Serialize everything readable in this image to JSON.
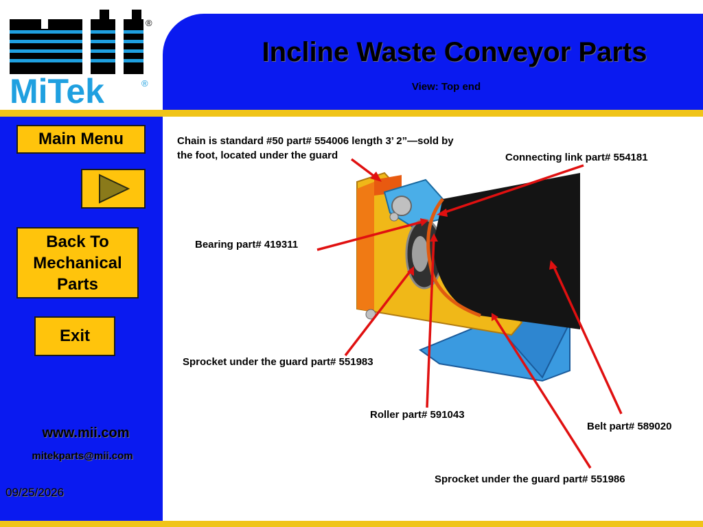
{
  "header": {
    "title": "Incline Waste Conveyor Parts",
    "subtitle": "View: Top end"
  },
  "logo": {
    "mark_text": "MII",
    "brand_text": "MiTek",
    "registered": "®"
  },
  "nav": {
    "main_menu": "Main Menu",
    "back": "Back To Mechanical Parts",
    "exit": "Exit",
    "next_icon": "play-triangle-icon"
  },
  "footer": {
    "website": "www.mii.com",
    "email": "mitekparts@mii.com",
    "date": "09/25/2026"
  },
  "parts": {
    "chain": "Chain is standard #50 part# 554006 length 3’ 2”—sold by the foot, located under the guard",
    "connecting_link": "Connecting link part# 554181",
    "bearing": "Bearing part# 419311",
    "sprocket_1": "Sprocket under the guard part# 551983",
    "roller": "Roller part# 591043",
    "belt": "Belt part# 589020",
    "sprocket_2": "Sprocket under the guard part# 551986"
  },
  "colors": {
    "header_blue": "#0a1af0",
    "accent_gold": "#ffc40c",
    "pointer_red": "#e01010",
    "logo_blue": "#1fa0e0",
    "conveyor_orange": "#f07a14",
    "conveyor_yellow": "#f0b818",
    "conveyor_blue": "#3a9ae0"
  }
}
